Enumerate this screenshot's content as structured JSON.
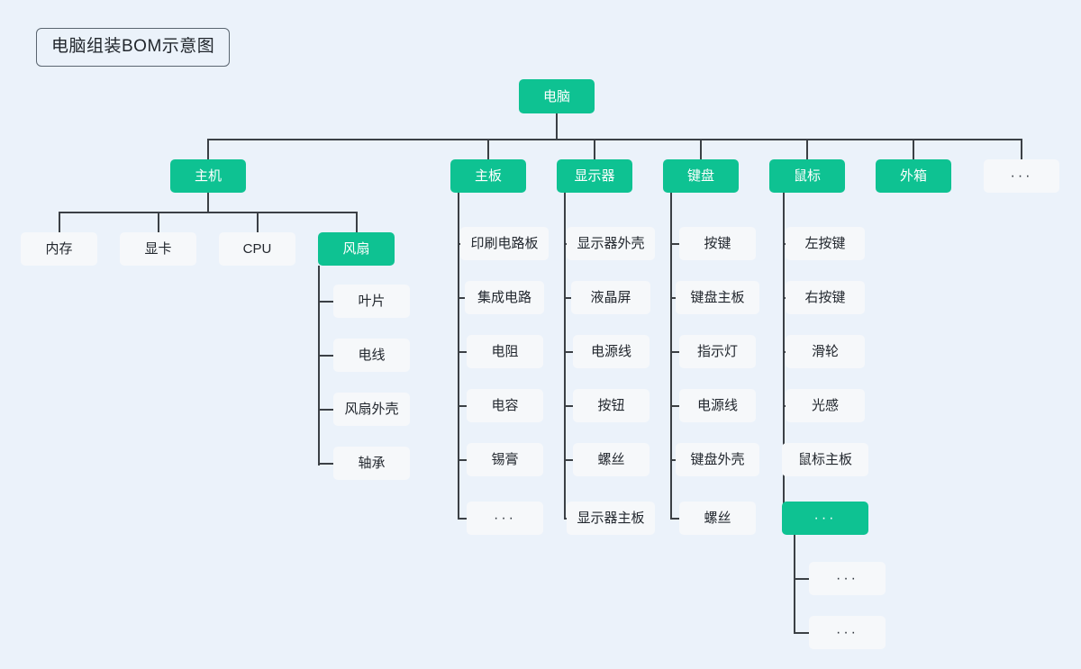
{
  "diagram": {
    "title": "电脑组装BOM示意图",
    "background_color": "#ebf2fa",
    "accent_color": "#0ec292",
    "node_color": "#f6f8fa",
    "line_color": "#3b4045",
    "ellipsis": "···"
  },
  "root": {
    "label": "电脑"
  },
  "level1": [
    {
      "label": "主机",
      "style": "accent"
    },
    {
      "label": "主板",
      "style": "accent"
    },
    {
      "label": "显示器",
      "style": "accent"
    },
    {
      "label": "键盘",
      "style": "accent"
    },
    {
      "label": "鼠标",
      "style": "accent"
    },
    {
      "label": "外箱",
      "style": "accent"
    },
    {
      "label": "···",
      "style": "plain"
    }
  ],
  "host_children": [
    {
      "label": "内存",
      "style": "plain"
    },
    {
      "label": "显卡",
      "style": "plain"
    },
    {
      "label": "CPU",
      "style": "plain"
    },
    {
      "label": "风扇",
      "style": "accent"
    }
  ],
  "fan_children": [
    {
      "label": "叶片",
      "style": "plain"
    },
    {
      "label": "电线",
      "style": "plain"
    },
    {
      "label": "风扇外壳",
      "style": "plain"
    },
    {
      "label": "轴承",
      "style": "plain"
    }
  ],
  "mainboard_children": [
    {
      "label": "印刷电路板",
      "style": "plain"
    },
    {
      "label": "集成电路",
      "style": "plain"
    },
    {
      "label": "电阻",
      "style": "plain"
    },
    {
      "label": "电容",
      "style": "plain"
    },
    {
      "label": "锡膏",
      "style": "plain"
    },
    {
      "label": "···",
      "style": "plain"
    }
  ],
  "monitor_children": [
    {
      "label": "显示器外壳",
      "style": "plain"
    },
    {
      "label": "液晶屏",
      "style": "plain"
    },
    {
      "label": "电源线",
      "style": "plain"
    },
    {
      "label": "按钮",
      "style": "plain"
    },
    {
      "label": "螺丝",
      "style": "plain"
    },
    {
      "label": "显示器主板",
      "style": "plain"
    }
  ],
  "keyboard_children": [
    {
      "label": "按键",
      "style": "plain"
    },
    {
      "label": "键盘主板",
      "style": "plain"
    },
    {
      "label": "指示灯",
      "style": "plain"
    },
    {
      "label": "电源线",
      "style": "plain"
    },
    {
      "label": "键盘外壳",
      "style": "plain"
    },
    {
      "label": "螺丝",
      "style": "plain"
    }
  ],
  "mouse_children": [
    {
      "label": "左按键",
      "style": "plain"
    },
    {
      "label": "右按键",
      "style": "plain"
    },
    {
      "label": "滑轮",
      "style": "plain"
    },
    {
      "label": "光感",
      "style": "plain"
    },
    {
      "label": "鼠标主板",
      "style": "plain"
    },
    {
      "label": "···",
      "style": "accent"
    }
  ],
  "mouse_more_children": [
    {
      "label": "···",
      "style": "plain"
    },
    {
      "label": "···",
      "style": "plain"
    }
  ]
}
